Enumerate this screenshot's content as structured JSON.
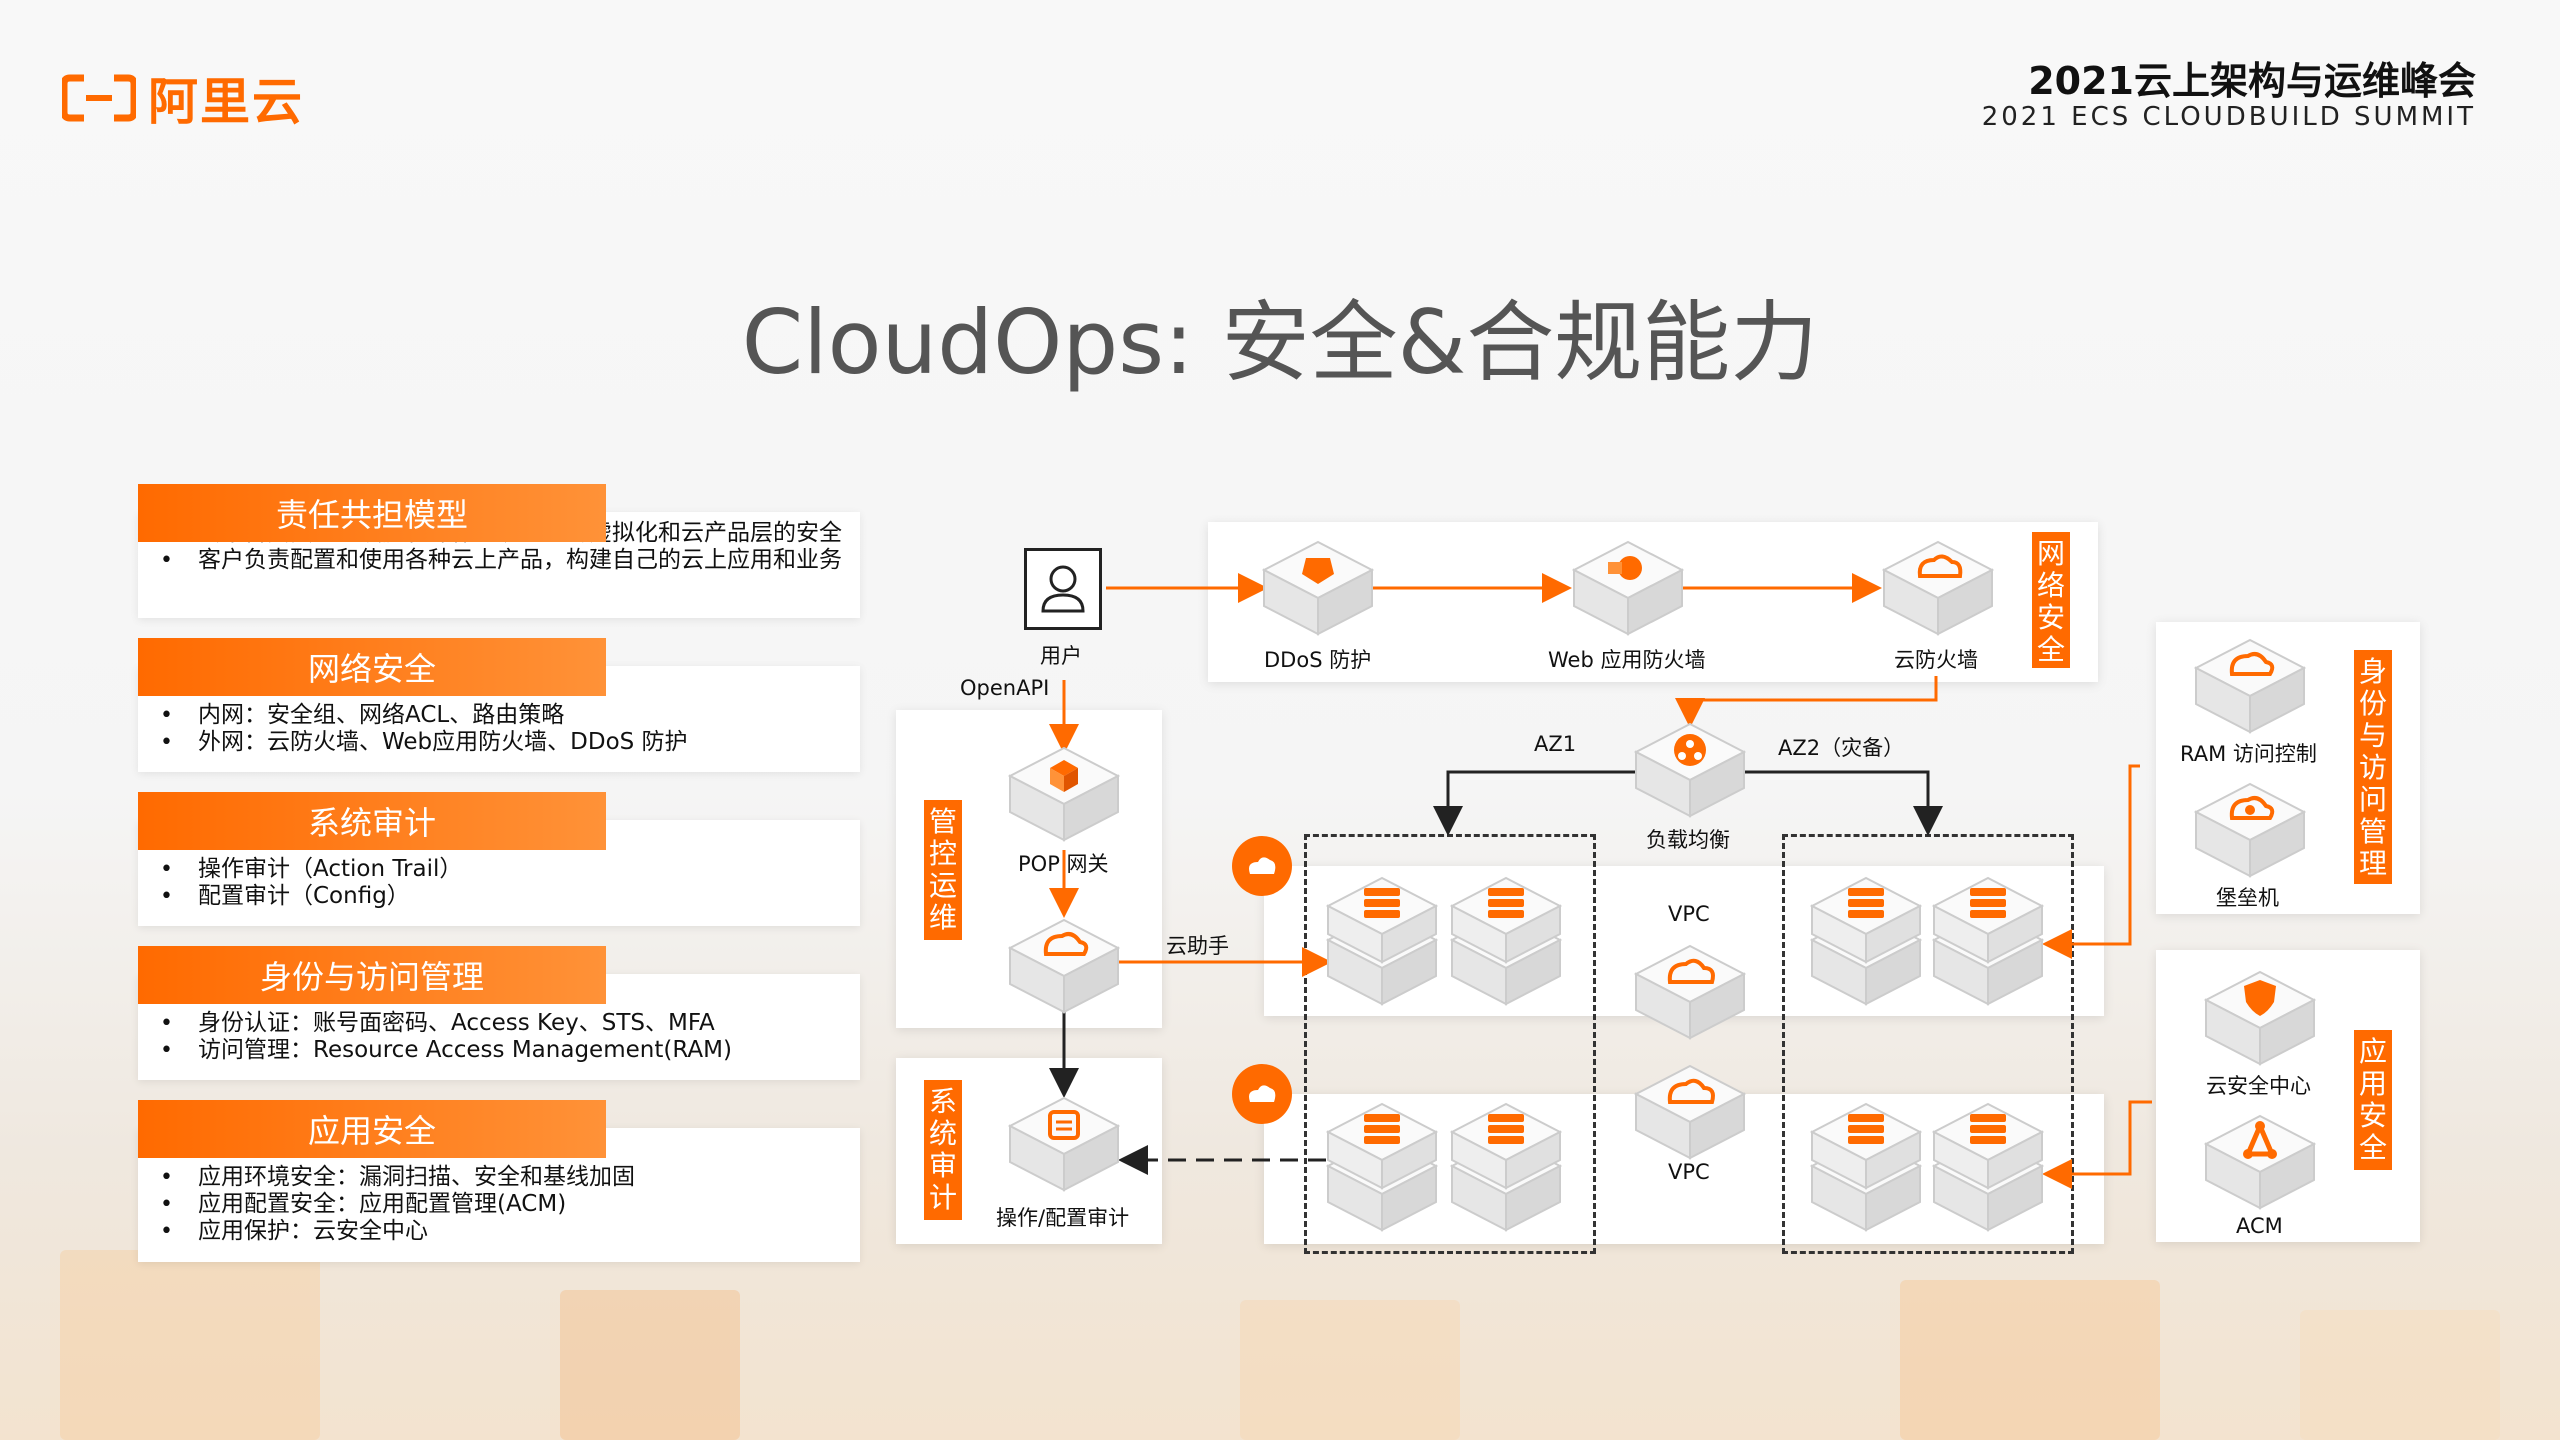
{
  "header": {
    "logo_text": "阿里云",
    "summit_cn": "2021云上架构与运维峰会",
    "summit_en": "2021 ECS CLOUDBUILD SUMMIT"
  },
  "title": "CloudOps: 安全&合规能力",
  "panels": [
    {
      "heading": "责任共担模型",
      "items": [
        "云平台负责基础设施和操作系统之上的虚拟化和云产品层的安全",
        "客户负责配置和使用各种云上产品，构建自己的云上应用和业务"
      ]
    },
    {
      "heading": "网络安全",
      "items": [
        "内网：安全组、网络ACL、路由策略",
        "外网：云防火墙、Web应用防火墙、DDoS 防护"
      ]
    },
    {
      "heading": "系统审计",
      "items": [
        "操作审计（Action Trail）",
        "配置审计（Config）"
      ]
    },
    {
      "heading": "身份与访问管理",
      "items": [
        "身份认证：账号面密码、Access Key、STS、MFA",
        "访问管理：Resource Access Management(RAM)"
      ]
    },
    {
      "heading": "应用安全",
      "items": [
        "应用环境安全：漏洞扫描、安全和基线加固",
        "应用配置安全：应用配置管理(ACM)",
        "应用保护：云安全中心"
      ]
    }
  ],
  "diagram": {
    "user": "用户",
    "openapi": "OpenAPI",
    "network_security": {
      "tag": "网络安全",
      "ddos": "DDoS 防护",
      "waf": "Web 应用防火墙",
      "firewall": "云防火墙"
    },
    "mgmt": {
      "tag": "管控运维",
      "pop": "POP 网关",
      "assistant": "云助手"
    },
    "audit": {
      "tag": "系统审计",
      "label": "操作/配置审计"
    },
    "lb": {
      "label": "负载均衡",
      "az1": "AZ1",
      "az2": "AZ2（灾备）"
    },
    "vpc1": "VPC",
    "vpc2": "VPC",
    "iam": {
      "tag": "身份与访问管理",
      "ram": "RAM 访问控制",
      "bastion": "堡垒机"
    },
    "app": {
      "tag": "应用安全",
      "center": "云安全中心",
      "acm": "ACM"
    }
  },
  "colors": {
    "accent": "#ff6a00",
    "accent_light": "#ff9238",
    "line": "#222222"
  }
}
